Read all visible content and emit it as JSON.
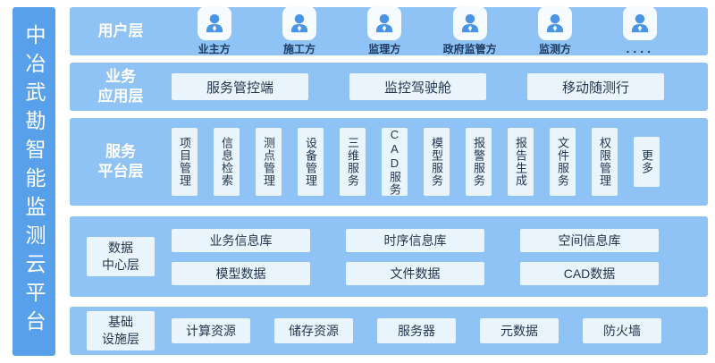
{
  "platform_title": "中冶武勘智能监测云平台",
  "colors": {
    "sidebar_blue": "#58A0EA",
    "band_blue": "#90C3F5",
    "box_fill": "#EAF4FC",
    "box_text": "#24364D",
    "icon_blue": "#4A94E6",
    "label_white": "#FFFFFF",
    "user_label_navy": "#1C3A5F"
  },
  "layers": {
    "user": {
      "label": "用户层",
      "items": [
        "业主方",
        "施工方",
        "监理方",
        "政府监管方",
        "监测方",
        "...."
      ]
    },
    "application": {
      "label_lines": [
        "业务",
        "应用层"
      ],
      "items": [
        "服务管控端",
        "监控驾驶舱",
        "移动随测行"
      ]
    },
    "service": {
      "label_lines": [
        "服务",
        "平台层"
      ],
      "items": [
        "项目管理",
        "信息检索",
        "测点管理",
        "设备管理",
        "三维服务",
        "CAD服务",
        "模型服务",
        "报警服务",
        "报告生成",
        "文件服务",
        "权限管理",
        "更多"
      ]
    },
    "data_center": {
      "label_lines": [
        "数据",
        "中心层"
      ],
      "rows": [
        [
          "业务信息库",
          "时序信息库",
          "空间信息库"
        ],
        [
          "模型数据",
          "文件数据",
          "CAD数据"
        ]
      ]
    },
    "infrastructure": {
      "label_lines": [
        "基础",
        "设施层"
      ],
      "items": [
        "计算资源",
        "储存资源",
        "服务器",
        "元数据",
        "防火墙"
      ]
    }
  }
}
